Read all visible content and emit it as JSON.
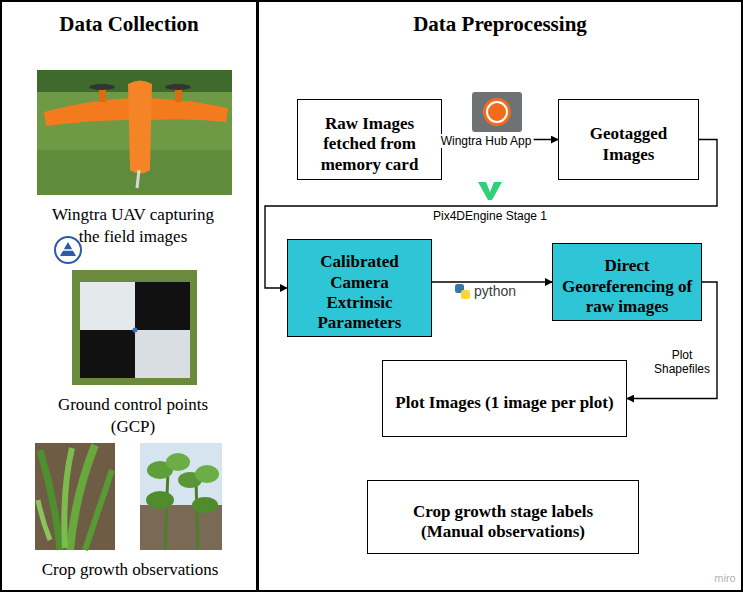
{
  "diagram": {
    "nodes": [
      {
        "text": [
          "Data Collection"
        ]
      },
      {
        "text": [
          "Data Preprocessing"
        ]
      },
      {
        "text": [
          "Raw Images fetched from memory card"
        ],
        "in": 1
      },
      {
        "text": [
          "Geotagged Images"
        ],
        "in": 1
      },
      {
        "text": [
          "Calibrated Camera Extrinsic Parameters"
        ],
        "in": 1
      },
      {
        "text": [
          "Direct Georeferencing of raw images"
        ],
        "in": 1
      },
      {
        "text": [
          "Plot Images (1 image per plot)"
        ],
        "in": 1
      },
      {
        "text": [
          "Crop growth stage labels (Manual observations)"
        ],
        "in": 1
      }
    ],
    "edges": [
      {
        "from": 2,
        "to": 3,
        "label": "Wingtra Hub App",
        "arrow": "to"
      },
      {
        "from": 3,
        "to": 4,
        "label": "Pix4DEngine Stage 1",
        "arrow": "to"
      },
      {
        "from": 4,
        "to": 5,
        "label": "python",
        "arrow": "to"
      },
      {
        "from": 5,
        "to": 6,
        "label": "Plot Shapefiles",
        "arrow": "to"
      }
    ],
    "labels": [
      "Wingtra UAV capturing the field images",
      "Ground control points (GCP)",
      "Crop growth observations",
      "miro"
    ]
  }
}
